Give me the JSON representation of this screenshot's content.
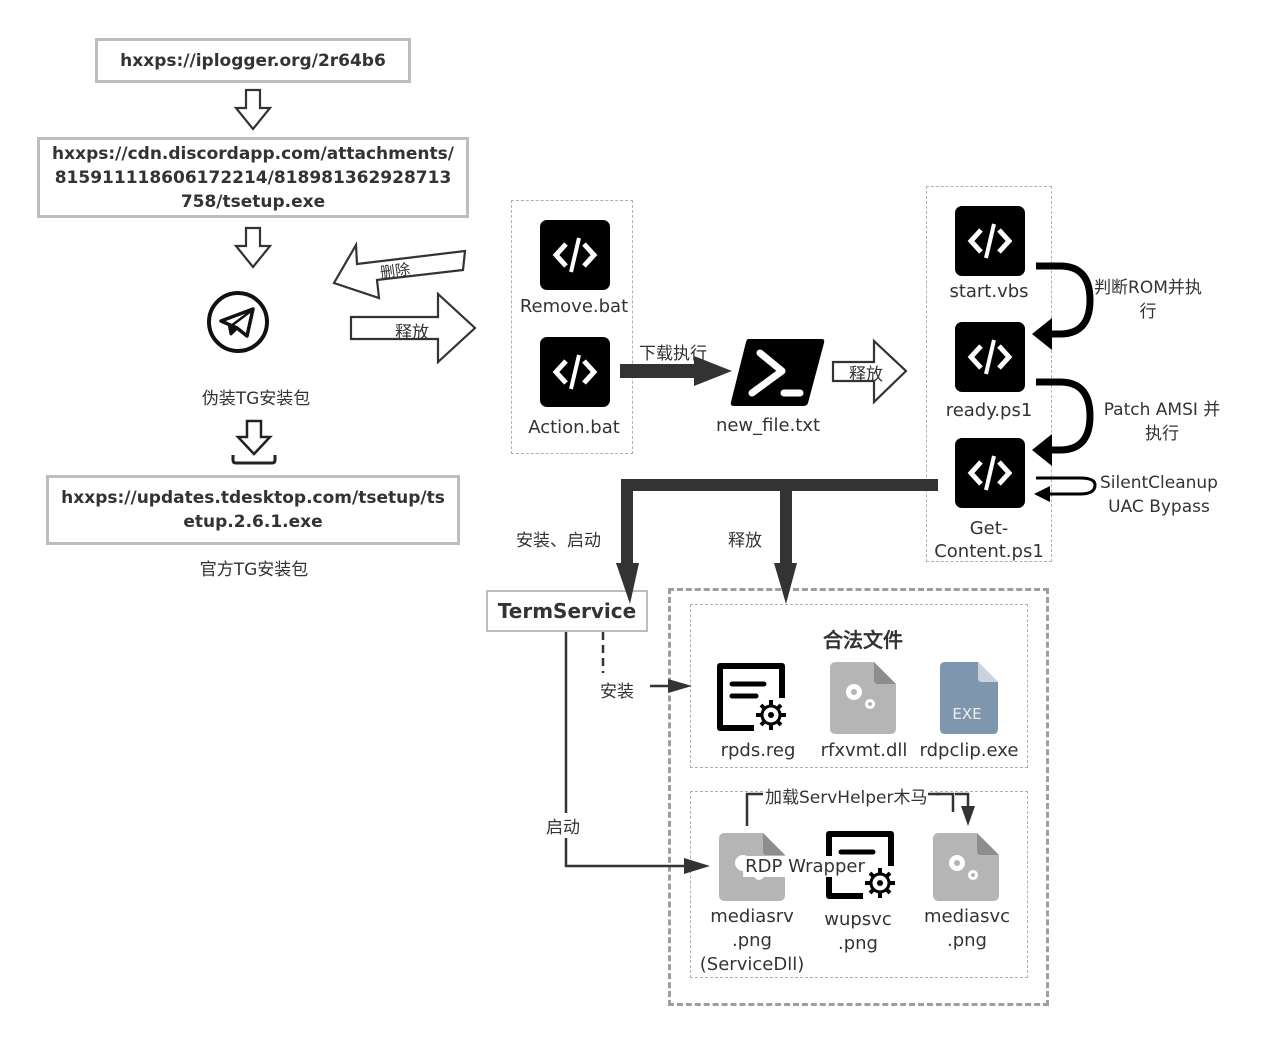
{
  "left_chain": {
    "url1": "hxxps://iplogger.org/2r64b6",
    "url2": "hxxps://cdn.discordapp.com/attachments/815911118606172214/818981362928713758/tsetup.exe",
    "fake_installer_label": "伪装TG安装包",
    "official_url": "hxxps://updates.tdesktop.com/tsetup/tsetup.2.6.1.exe",
    "official_label": "官方TG安装包"
  },
  "arrows": {
    "delete_label": "删除",
    "release_label": "释放",
    "download_exec_label": "下载执行",
    "release2_label": "释放",
    "install_start_label": "安装、启动",
    "release3_label": "释放",
    "install_label": "安装",
    "start_label": "启动",
    "load_trojan_label": "加载ServHelper木马"
  },
  "bat_group": {
    "items": [
      {
        "name": "Remove.bat",
        "icon": "code-icon"
      },
      {
        "name": "Action.bat",
        "icon": "code-icon"
      }
    ]
  },
  "powershell": {
    "name": "new_file.txt",
    "icon": "powershell-icon"
  },
  "script_group": {
    "items": [
      {
        "name": "start.vbs",
        "icon": "code-icon"
      },
      {
        "name": "ready.ps1",
        "icon": "code-icon"
      },
      {
        "name": "Get-Content.ps1",
        "icon": "code-icon"
      }
    ],
    "step1_label": "判断ROM并执行",
    "step2_label": "Patch AMSI 并执行",
    "step3_label": "SilentCleanup UAC Bypass"
  },
  "termservice": {
    "label": "TermService"
  },
  "legit_files": {
    "title": "合法文件",
    "items": [
      {
        "name": "rpds.reg",
        "icon": "registry-icon"
      },
      {
        "name": "rfxvmt.dll",
        "icon": "dll-gear-icon"
      },
      {
        "name": "rdpclip.exe",
        "icon": "exe-icon",
        "badge": "EXE"
      }
    ]
  },
  "malicious_files": {
    "items": [
      {
        "name": "mediasrv .png (ServiceDll)",
        "icon": "dll-gear-icon"
      },
      {
        "name": "wupsvc .png",
        "icon": "registry-icon"
      },
      {
        "name": "mediasvc .png",
        "icon": "dll-gear-icon"
      }
    ],
    "overlay_label": "RDP Wrapper"
  },
  "colors": {
    "box_border": "#bdbdbd",
    "arrow_dark": "#333333",
    "file_gray": "#b5b5b5",
    "exe_blue": "#7f97ae"
  }
}
